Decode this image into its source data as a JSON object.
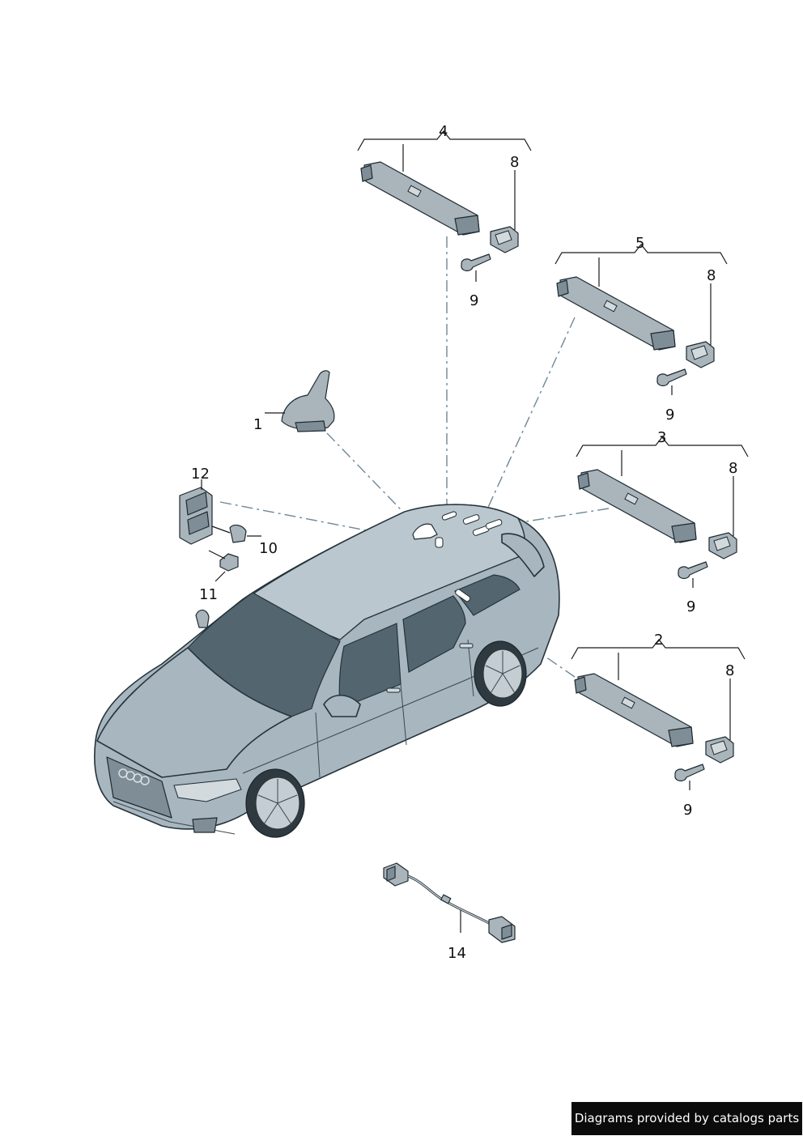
{
  "callouts": {
    "c1": "1",
    "c2": "2",
    "c3": "3",
    "c4": "4",
    "c5": "5",
    "c8a": "8",
    "c8b": "8",
    "c8c": "8",
    "c8d": "8",
    "c9a": "9",
    "c9b": "9",
    "c9c": "9",
    "c9d": "9",
    "c10": "10",
    "c11": "11",
    "c12": "12",
    "c14": "14"
  },
  "footer": {
    "text": "Diagrams provided by catalogs parts"
  },
  "colors": {
    "part": "#a9b4bb",
    "car_body": "#a7b6bf",
    "glass": "#53656f",
    "leader_dash": "#6f8796",
    "footer_bg": "#0b0b0b"
  }
}
